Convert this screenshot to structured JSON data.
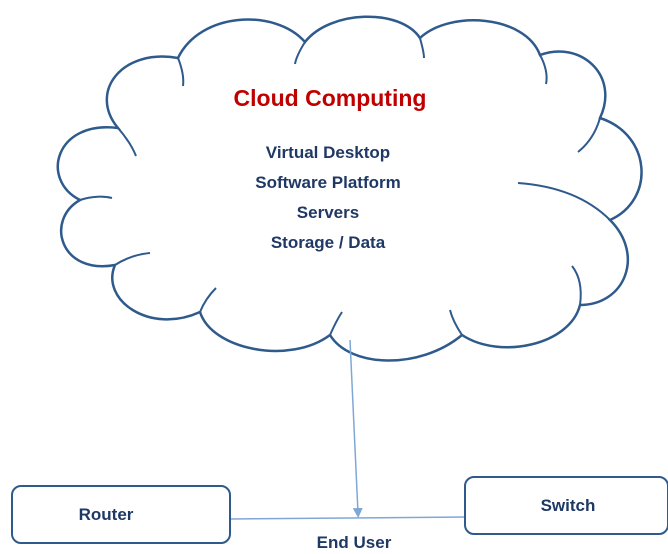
{
  "colors": {
    "cloud_outline": "#2e5a8c",
    "title": "#c00000",
    "text": "#1f3864",
    "connector": "#7fa7d6",
    "box_outline": "#2e5a8c"
  },
  "cloud": {
    "title": "Cloud Computing",
    "items": [
      "Virtual Desktop",
      "Software Platform",
      "Servers",
      "Storage / Data"
    ]
  },
  "nodes": {
    "router": "Router",
    "switch": "Switch",
    "end_user": "End User"
  }
}
